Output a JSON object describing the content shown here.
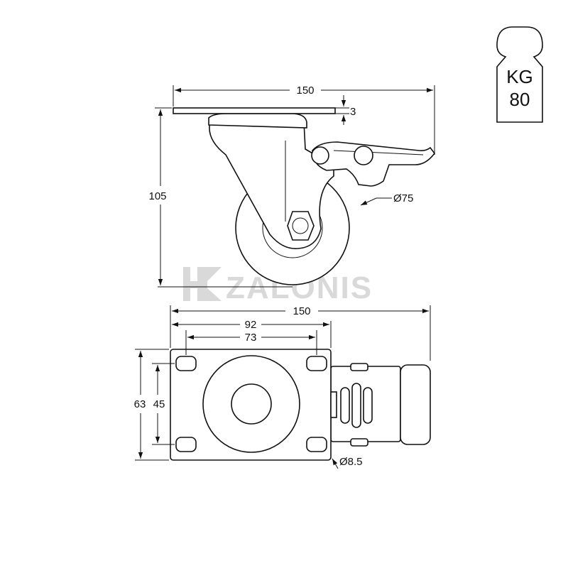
{
  "dimensions": {
    "side_width": "150",
    "plate_thickness": "3",
    "total_height": "105",
    "wheel_diameter": "Ø75",
    "top_width": "150",
    "plate_width": "92",
    "hole_spacing_x": "73",
    "plate_depth": "63",
    "hole_spacing_y": "45",
    "hole_diameter": "Ø8.5"
  },
  "load_badge": {
    "unit": "KG",
    "value": "80"
  },
  "watermark": {
    "text": "ZALONIS"
  }
}
